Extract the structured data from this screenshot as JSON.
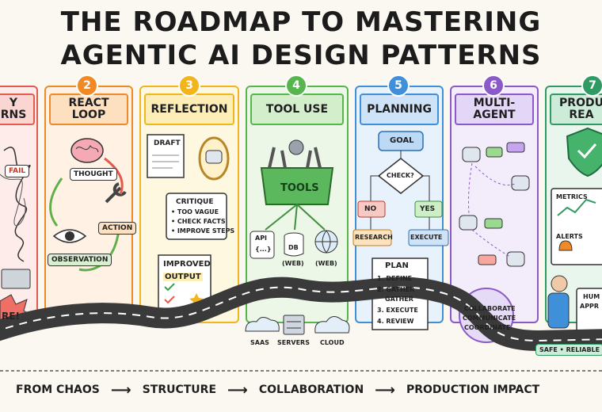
{
  "title": {
    "line1": "THE ROADMAP TO MASTERING",
    "line2": "AGENTIC AI DESIGN PATTERNS"
  },
  "steps": [
    {
      "num": "",
      "label": "Y\nRNS",
      "color": "#e35b4f"
    },
    {
      "num": "2",
      "label": "REACT\nLOOP",
      "color": "#f08a24"
    },
    {
      "num": "3",
      "label": "REFLECTION",
      "color": "#f2b51d"
    },
    {
      "num": "4",
      "label": "TOOL USE",
      "color": "#55b64b"
    },
    {
      "num": "5",
      "label": "PLANNING",
      "color": "#3f8fd9"
    },
    {
      "num": "6",
      "label": "MULTI-\nAGENT",
      "color": "#8b59c9"
    },
    {
      "num": "7",
      "label": "PRODU\nREA",
      "color": "#2f9b63"
    }
  ],
  "chaos": {
    "fail": "FAIL",
    "exclaim": "RE!"
  },
  "react": {
    "thought": "THOUGHT",
    "action": "ACTION",
    "observation": "OBSERVATION"
  },
  "reflection": {
    "draft": "DRAFT",
    "critique": "CRITIQUE",
    "c1": "• TOO VAGUE",
    "c2": "• CHECK FACTS",
    "c3": "• IMPROVE STEPS",
    "improved": "IMPROVED",
    "output": "OUTPUT"
  },
  "tools": {
    "tools": "TOOLS",
    "api": "API",
    "api_sub": "{...}",
    "db": "DB",
    "web1": "(WEB)",
    "web2": "(WEB)",
    "saas": "SAAS",
    "servers": "SERVERS",
    "cloud": "CLOUD"
  },
  "planning": {
    "goal": "GOAL",
    "check": "CHECK?",
    "no": "NO",
    "yes": "YES",
    "research": "RESEARCH",
    "execute": "EXECUTE",
    "plan": "PLAN",
    "p1": "1. DEFINE",
    "p2": "2. GATHER",
    "p2b": "GATHER",
    "p3": "3. EXECUTE",
    "p4": "4. REVIEW"
  },
  "multi": {
    "collaborate": "COLLABORATE",
    "communicate": "COMMUNICATE",
    "coordinate": "COORDINATE"
  },
  "prod": {
    "metrics": "METRICS",
    "alerts": "ALERTS",
    "hum": "HUM",
    "appr": "APPR",
    "safe": "SAFE • RELIABLE"
  },
  "bottom": {
    "s1": "FROM CHAOS",
    "s2": "STRUCTURE",
    "s3": "COLLABORATION",
    "s4": "PRODUCTION IMPACT",
    "arrow": "⟶"
  }
}
